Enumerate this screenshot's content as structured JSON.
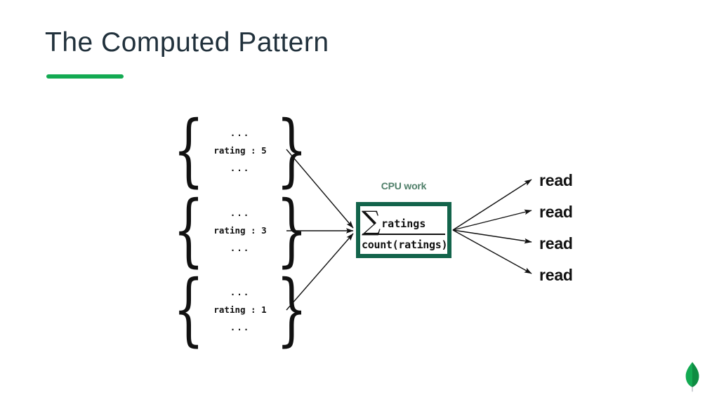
{
  "slide": {
    "title": "The Computed Pattern",
    "background_color": "#ffffff",
    "accent_color": "#13aa52",
    "box_border_color": "#13644b",
    "cpu_label_color": "#4f7f69",
    "text_color": "#111111"
  },
  "diagram": {
    "documents": [
      {
        "id": "doc-rating-5",
        "top_ellipsis": "...",
        "field": "rating : 5",
        "bottom_ellipsis": "..."
      },
      {
        "id": "doc-rating-3",
        "top_ellipsis": "...",
        "field": "rating : 3",
        "bottom_ellipsis": "..."
      },
      {
        "id": "doc-rating-1",
        "top_ellipsis": "...",
        "field": "rating : 1",
        "bottom_ellipsis": "..."
      }
    ],
    "compute": {
      "label": "CPU work",
      "sigma": "∑",
      "numerator": "ratings",
      "denominator": "count(ratings)"
    },
    "reads": [
      {
        "label": "read"
      },
      {
        "label": "read"
      },
      {
        "label": "read"
      },
      {
        "label": "read"
      }
    ]
  },
  "branding": {
    "logo": "mongodb-leaf-icon"
  }
}
